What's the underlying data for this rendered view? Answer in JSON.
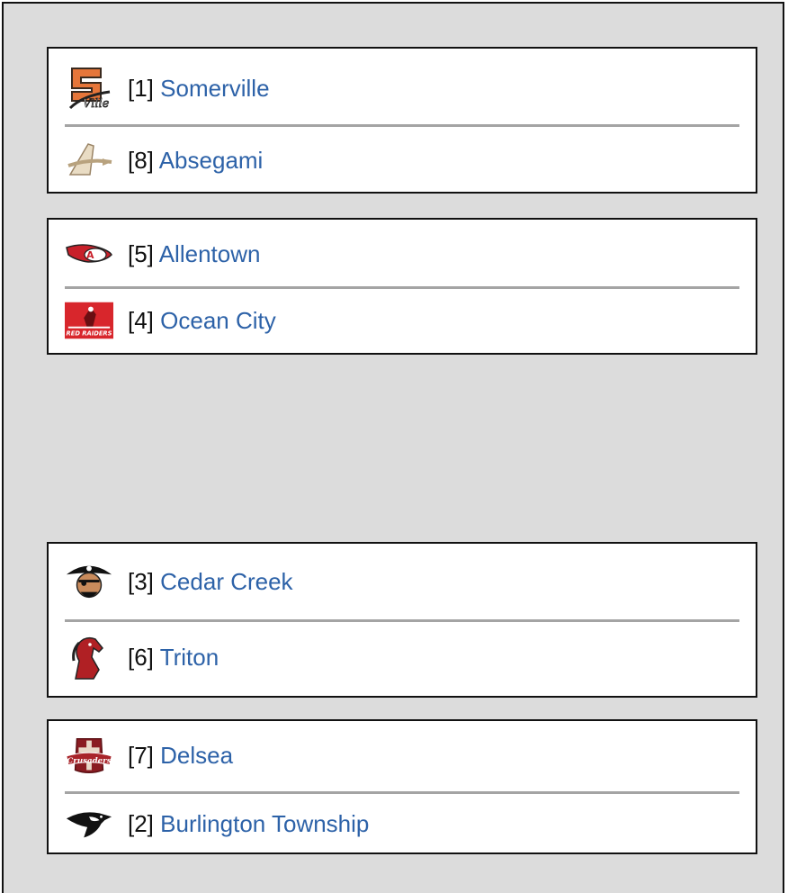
{
  "bracket": {
    "matchups": [
      {
        "top": {
          "seed": "[1]",
          "name": "Somerville",
          "icon": "somerville-s-logo"
        },
        "bottom": {
          "seed": "[8]",
          "name": "Absegami",
          "icon": "absegami-a-logo"
        }
      },
      {
        "top": {
          "seed": "[5]",
          "name": "Allentown",
          "icon": "allentown-redbird-logo"
        },
        "bottom": {
          "seed": "[4]",
          "name": "Ocean City",
          "icon": "ocean-city-red-raiders-logo",
          "logo_text": "RED RAIDERS"
        }
      },
      {
        "top": {
          "seed": "[3]",
          "name": "Cedar Creek",
          "icon": "cedar-creek-pirate-logo"
        },
        "bottom": {
          "seed": "[6]",
          "name": "Triton",
          "icon": "triton-mustang-logo"
        }
      },
      {
        "top": {
          "seed": "[7]",
          "name": "Delsea",
          "icon": "delsea-crusaders-logo",
          "logo_text": "Crusaders"
        },
        "bottom": {
          "seed": "[2]",
          "name": "Burlington Township",
          "icon": "burlington-falcon-logo"
        }
      }
    ]
  },
  "colors": {
    "link": "#2d62a8",
    "panel": "#dcdcdc",
    "divider": "#a4a4a4"
  }
}
